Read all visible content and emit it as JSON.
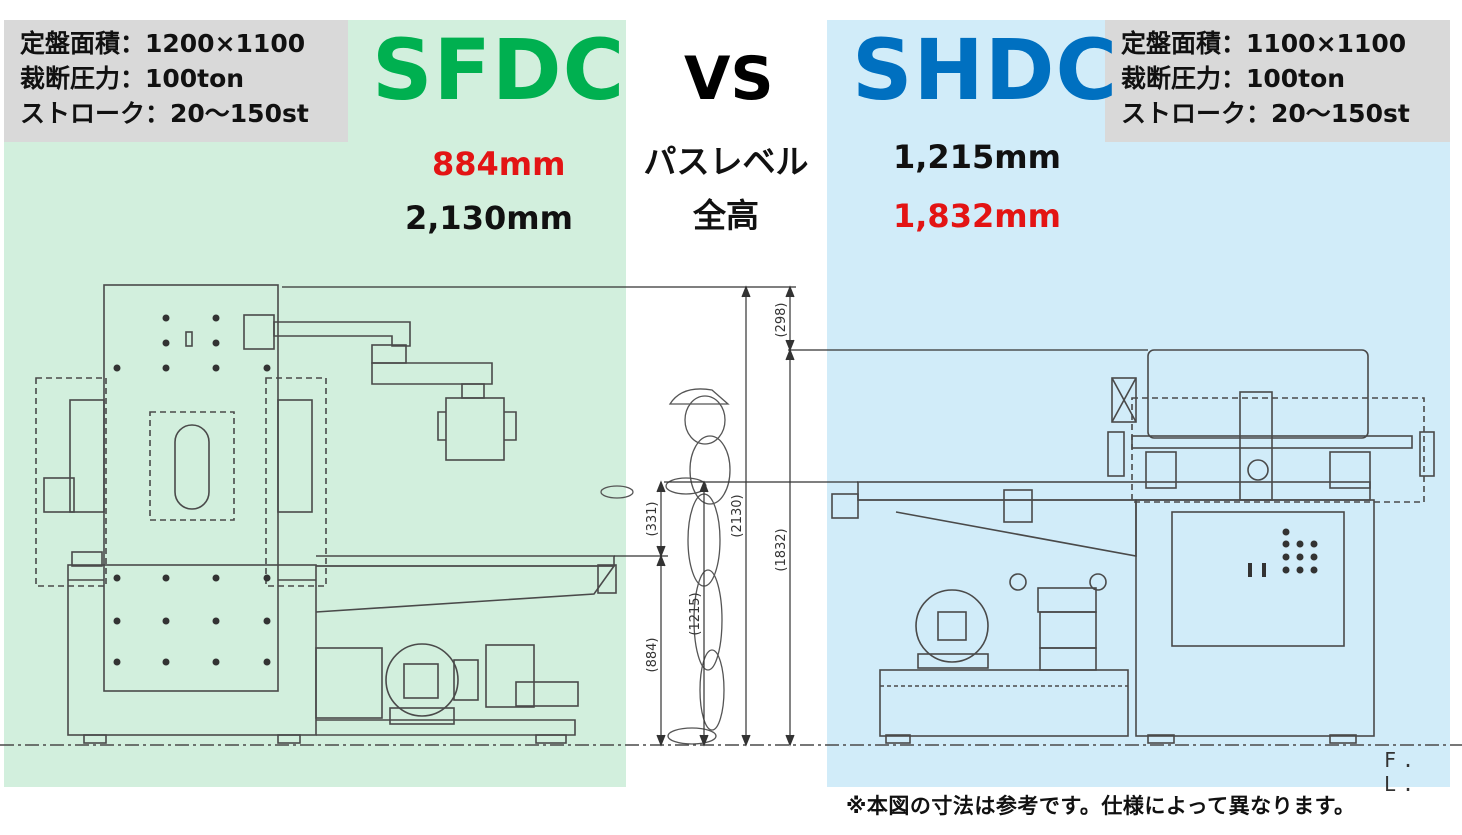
{
  "left_machine": {
    "name": "SFDC",
    "specs": [
      "定盤面積：1200×1100",
      "裁断圧力：100ton",
      "ストローク：20～150st"
    ],
    "pass_level": "884mm",
    "overall_height": "2,130mm",
    "panel_color": "#d2efdd",
    "brand_color": "#00b050"
  },
  "right_machine": {
    "name": "SHDC",
    "specs": [
      "定盤面積：1100×1100",
      "裁断圧力：100ton",
      "ストローク：20～150st"
    ],
    "pass_level": "1,215mm",
    "overall_height": "1,832mm",
    "panel_color": "#d1ecf9",
    "brand_color": "#0070c0"
  },
  "center": {
    "vs": "VS",
    "pass_level_label": "パスレベル",
    "overall_height_label": "全高"
  },
  "dimensions": {
    "d298": "(298)",
    "d2130": "(2130)",
    "d1832": "(1832)",
    "d331": "(331)",
    "d1215": "(1215)",
    "d884": "(884)"
  },
  "floor_label": "F. L.",
  "note": "※本図の寸法は参考です。仕様によって異なります。",
  "highlight_color": "#e31414"
}
